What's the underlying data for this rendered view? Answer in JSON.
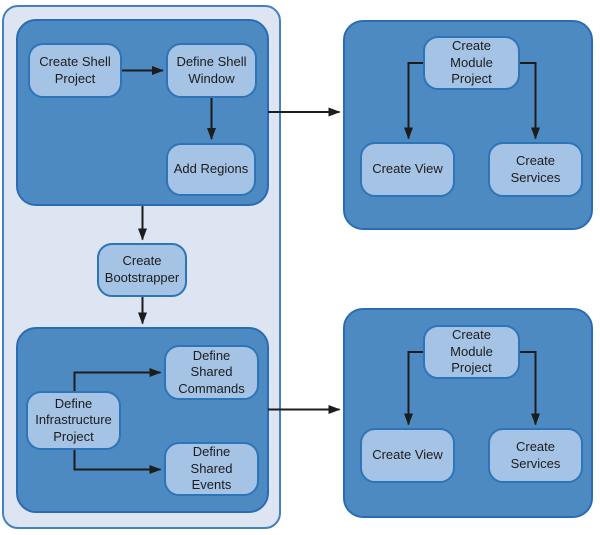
{
  "colors": {
    "background": "#ffffff",
    "outer_fill": "#dce5f1",
    "outer_border": "#4680bf",
    "panel_fill": "#4e8ac2",
    "panel_border": "#2a6cb3",
    "node_fill": "#a5c3e5",
    "node_border": "#2e74b8",
    "arrow": "#1c1c1c",
    "text": "#1c1c1c"
  },
  "diagram": {
    "shell_panel": {
      "create_shell_project": "Create Shell Project",
      "define_shell_window": "Define Shell Window",
      "add_regions": "Add Regions"
    },
    "create_bootstrapper": "Create Bootstrapper",
    "infrastructure_panel": {
      "define_infrastructure_project": "Define Infrastructure Project",
      "define_shared_commands": "Define Shared Commands",
      "define_shared_events": "Define Shared Events"
    },
    "top_module_panel": {
      "create_module_project": "Create Module Project",
      "create_view": "Create View",
      "create_services": "Create Services"
    },
    "bottom_module_panel": {
      "create_module_project": "Create Module Project",
      "create_view": "Create View",
      "create_services": "Create Services"
    }
  }
}
